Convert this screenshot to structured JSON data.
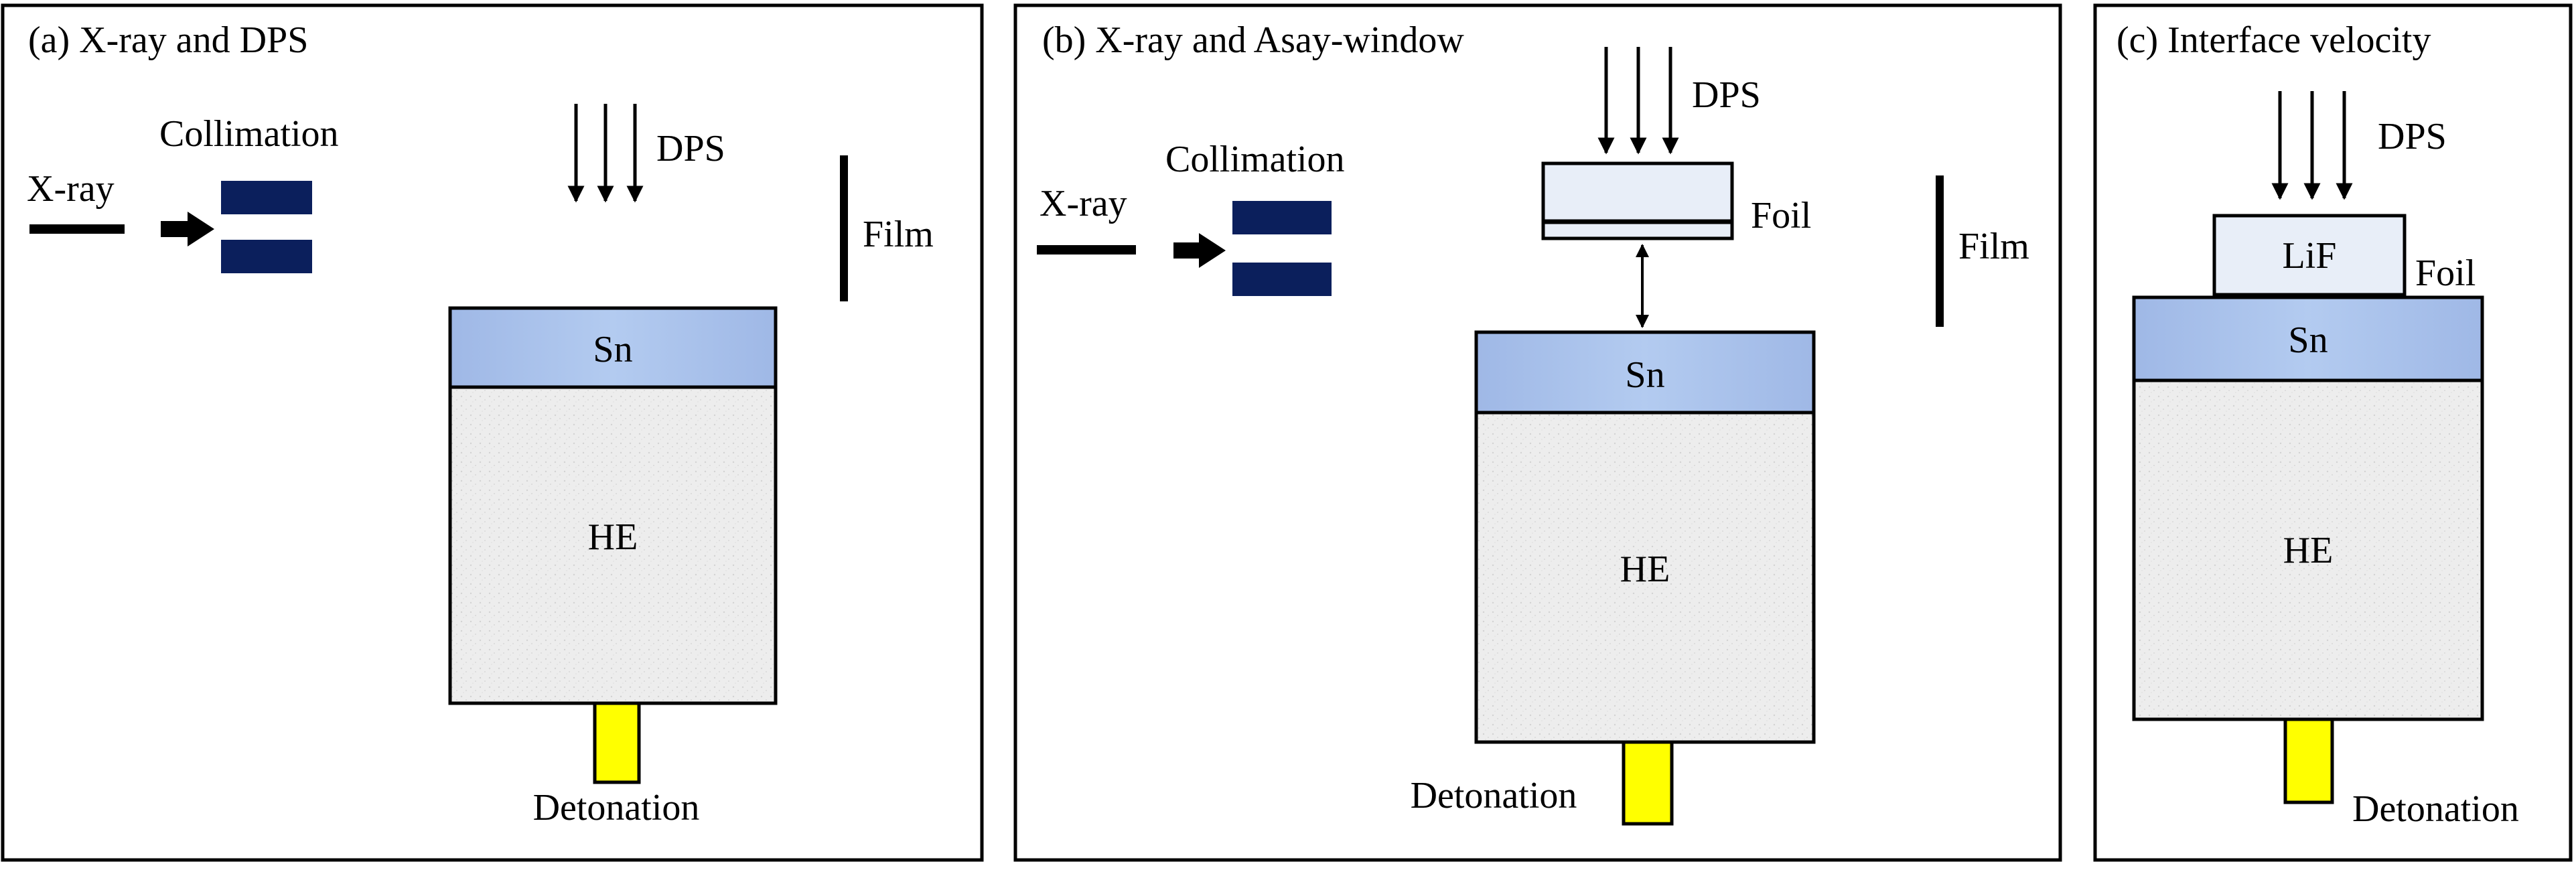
{
  "colors": {
    "collimator": "#0b1f5c",
    "sn_fill": "#a9c2ea",
    "he_fill": "#ececec",
    "detonator": "#ffff00",
    "foil_fill": "#e8eef8",
    "lif_fill": "#e8eef8",
    "stroke": "#000000"
  },
  "panels": [
    {
      "title": "(a) X-ray and DPS",
      "xray": "X-ray",
      "collimation": "Collimation",
      "dps": "DPS",
      "film": "Film",
      "sn": "Sn",
      "he": "HE",
      "detonation": "Detonation"
    },
    {
      "title": "(b) X-ray and Asay-window",
      "xray": "X-ray",
      "collimation": "Collimation",
      "dps": "DPS",
      "foil": "Foil",
      "film": "Film",
      "sn": "Sn",
      "he": "HE",
      "detonation": "Detonation"
    },
    {
      "title": "(c) Interface velocity",
      "dps": "DPS",
      "lif": "LiF",
      "foil": "Foil",
      "sn": "Sn",
      "he": "HE",
      "detonation": "Detonation"
    }
  ]
}
